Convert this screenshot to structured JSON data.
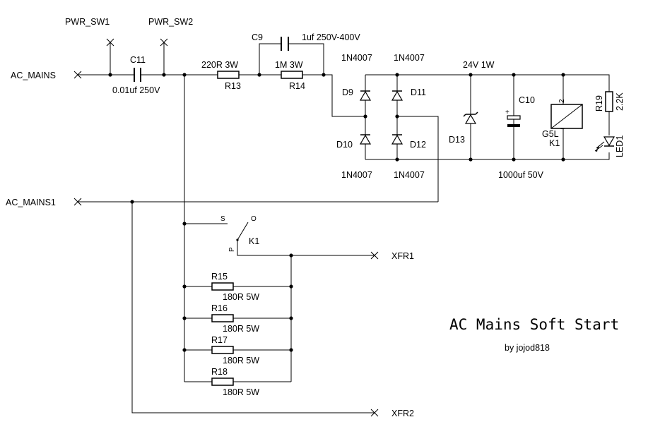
{
  "title": "AC Mains Soft Start",
  "author": "by jojod818",
  "ports": {
    "ac_mains": "AC_MAINS",
    "ac_mains1": "AC_MAINS1",
    "pwr_sw1": "PWR_SW1",
    "pwr_sw2": "PWR_SW2",
    "xfr1": "XFR1",
    "xfr2": "XFR2"
  },
  "components": {
    "c11": {
      "ref": "C11",
      "value": "0.01uf 250V"
    },
    "c9": {
      "ref": "C9",
      "value": "1uf 250V-400V"
    },
    "r13": {
      "ref": "R13",
      "value": "220R 3W"
    },
    "r14": {
      "ref": "R14",
      "value": "1M 3W"
    },
    "d9": {
      "ref": "D9"
    },
    "d10": {
      "ref": "D10"
    },
    "d11": {
      "ref": "D11"
    },
    "d12": {
      "ref": "D12"
    },
    "diode_part_top_left": "1N4007",
    "diode_part_top_right": "1N4007",
    "diode_part_bottom_left": "1N4007",
    "diode_part_bottom_right": "1N4007",
    "d13": {
      "ref": "D13",
      "value": "24V 1W"
    },
    "c10": {
      "ref": "C10",
      "value": "1000uf 50V",
      "polarity": "+"
    },
    "k1_coil": {
      "ref": "K1",
      "type": "G5L",
      "pin": "2",
      "pin_minus": "−"
    },
    "r19": {
      "ref": "R19",
      "value": "2.2K"
    },
    "led1": {
      "ref": "LED1"
    },
    "k1_contact": {
      "ref": "K1",
      "s": "S",
      "o": "O",
      "p": "P"
    },
    "r15": {
      "ref": "R15",
      "value": "180R 5W"
    },
    "r16": {
      "ref": "R16",
      "value": "180R 5W"
    },
    "r17": {
      "ref": "R17",
      "value": "180R 5W"
    },
    "r18": {
      "ref": "R18",
      "value": "180R 5W"
    }
  }
}
